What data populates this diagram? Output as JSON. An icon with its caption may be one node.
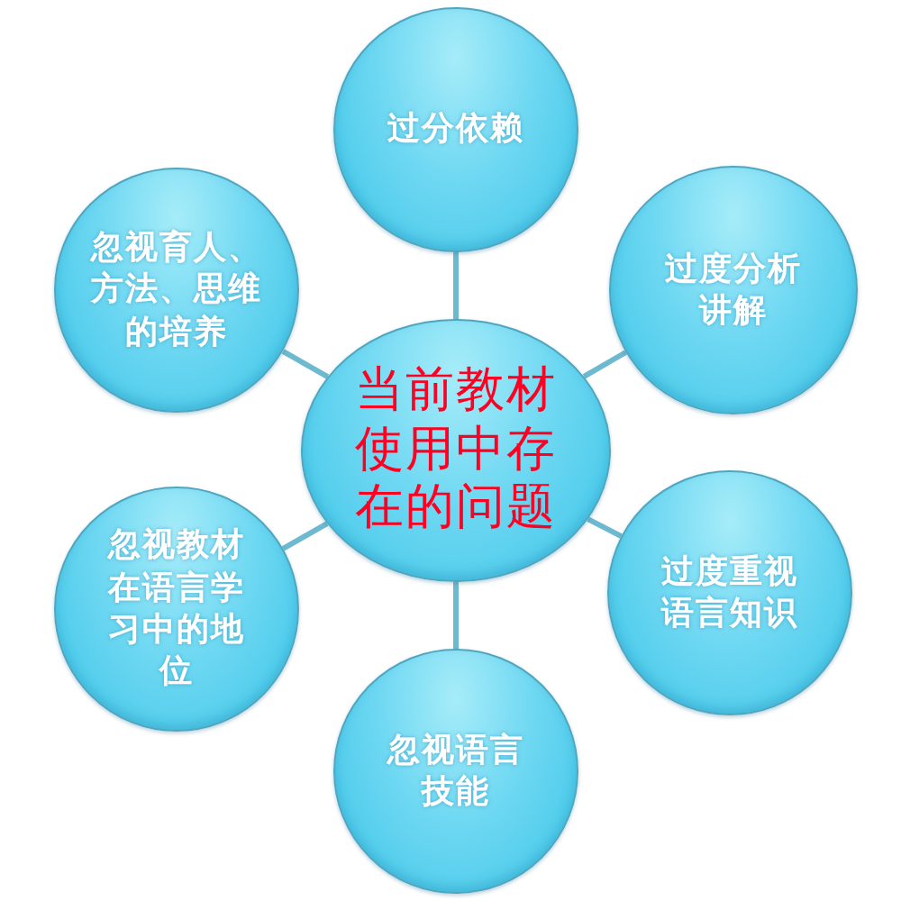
{
  "diagram": {
    "nodes": [
      {
        "text": [
          "当前教材使用中存在的问题"
        ]
      },
      {
        "text": [
          "过分依赖"
        ]
      },
      {
        "text": [
          "过度分析讲解"
        ]
      },
      {
        "text": [
          "过度重视语言知识"
        ]
      },
      {
        "text": [
          "忽视语言技能"
        ]
      },
      {
        "text": [
          "忽视教材在语言学习中的地位"
        ]
      },
      {
        "text": [
          "忽视育人、方法、思维的培养"
        ]
      }
    ],
    "edges": [
      {
        "from": 0,
        "to": 1,
        "arrow": "none"
      },
      {
        "from": 0,
        "to": 2,
        "arrow": "none"
      },
      {
        "from": 0,
        "to": 3,
        "arrow": "none"
      },
      {
        "from": 0,
        "to": 4,
        "arrow": "none"
      },
      {
        "from": 0,
        "to": 5,
        "arrow": "none"
      },
      {
        "from": 0,
        "to": 6,
        "arrow": "none"
      }
    ]
  }
}
